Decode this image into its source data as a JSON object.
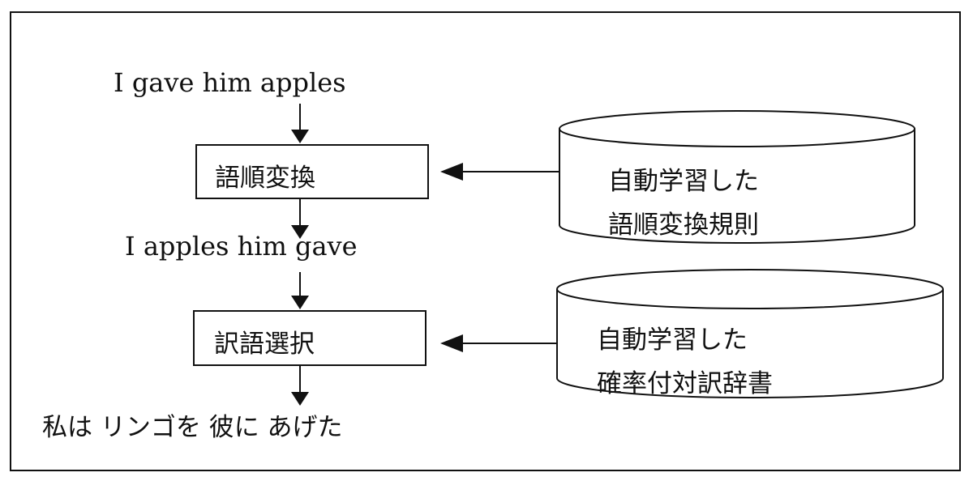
{
  "diagram": {
    "input_sentence": "I gave him apples",
    "step1_label": "語順変換",
    "intermediate_sentence": "I apples him gave",
    "step2_label": "訳語選択",
    "output_sentence": "私は リンゴを 彼に あげた",
    "db1": {
      "line1": "自動学習した",
      "line2": "語順変換規則"
    },
    "db2": {
      "line1": "自動学習した",
      "line2": "確率付対訳辞書"
    }
  }
}
